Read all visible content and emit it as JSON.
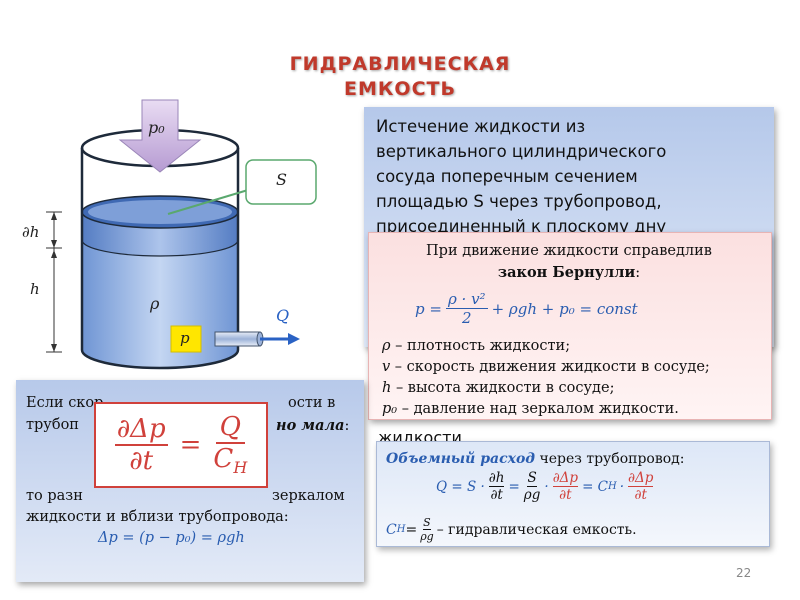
{
  "title": {
    "line1": "ГИДРАВЛИЧЕСКАЯ",
    "line2": "ЕМКОСТЬ"
  },
  "diagram": {
    "p0_label": "p₀",
    "s_label": "S",
    "dh_label": "∂h",
    "h_label": "h",
    "rho_label": "ρ",
    "p_label": "p",
    "q_label": "Q"
  },
  "description": {
    "lines": [
      "Истечение жидкости из",
      "вертикального цилиндрического",
      "сосуда поперечным сечением",
      "площадью S через трубопровод,",
      "присоединенный к плоскому дну"
    ],
    "overflow_fragment": "жидкости"
  },
  "bernoulli": {
    "intro": "При движение жидкости справедлив",
    "law": "закон Бернулли",
    "law_colon": ":",
    "equation_left": "p =",
    "equation_frac_num": "ρ · v²",
    "equation_frac_den": "2",
    "equation_right": "+ ρgh + p₀ = const",
    "definitions": [
      {
        "symbol": "ρ",
        "text": " – плотность жидкости;"
      },
      {
        "symbol": "v",
        "text": " – скорость движения жидкости в сосуде;"
      },
      {
        "symbol": "h",
        "text": " – высота жидкости в сосуде;"
      },
      {
        "symbol": "p₀",
        "text": " – давление над зеркалом жидкости."
      }
    ]
  },
  "left_box": {
    "line1_visible": "Если скор",
    "line1_end": "ости в",
    "line2_start": "трубоп",
    "line2_end": "но мала",
    "line2_colon": ":",
    "line3_start": "то разн",
    "line3_end": "зеркалом",
    "line4": "жидкости и вблизи трубопровода:",
    "equation": "Δp = (p − p₀) = ρgh"
  },
  "formula_box": {
    "num_left": "∂Δp",
    "den_left": "∂t",
    "eq": "=",
    "num_right": "Q",
    "den_right": "C",
    "den_right_sub": "H"
  },
  "flow": {
    "term": "Объемный расход",
    "term_rest": " через трубопровод:",
    "equation": {
      "q": "Q = S ·",
      "f1_num": "∂h",
      "f1_den": "∂t",
      "eq2": "=",
      "f2_num": "S",
      "f2_den": "ρg",
      "dot": "·",
      "f3_num": "∂Δp",
      "f3_den": "∂t",
      "eq3": "= C",
      "sub": "H",
      "dot2": "·",
      "f4_num": "∂Δp",
      "f4_den": "∂t"
    },
    "ch_prefix": "C",
    "ch_sub": "H",
    "ch_eq": " =",
    "ch_frac_num": "S",
    "ch_frac_den": "ρg",
    "ch_text": " – гидравлическая емкость."
  },
  "page_number": "22",
  "colors": {
    "title": "#c0392b",
    "accent_red": "#d0413b",
    "accent_blue": "#2a5db0",
    "liquid": "#8fb0e0"
  }
}
